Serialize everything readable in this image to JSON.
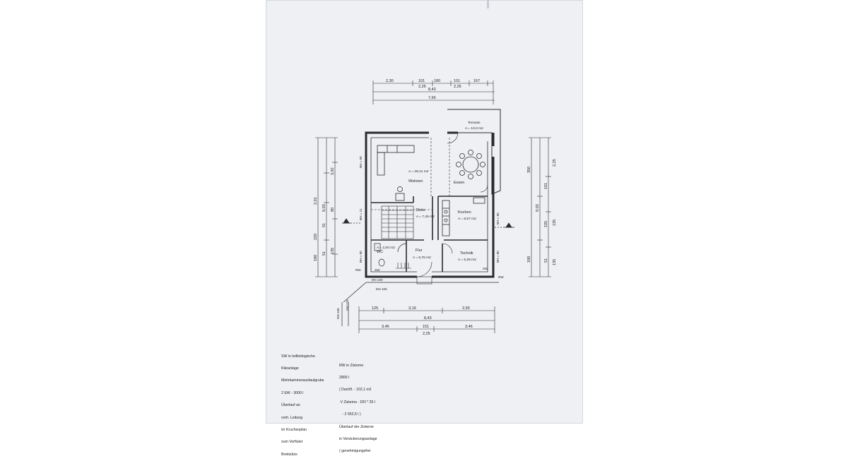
{
  "rooms": {
    "terrasse": {
      "name": "Terrasse",
      "area": "A = 10,0 m2"
    },
    "wohnen": {
      "name": "Wohnen",
      "area": "A = 28,41 m2"
    },
    "essen": {
      "name": "Essen"
    },
    "diele": {
      "name": "Diele",
      "area": "A = 7,45 m2"
    },
    "kochen": {
      "name": "Kochen",
      "area": "A = 8,57 m2"
    },
    "wc": {
      "name": "WC",
      "area": "A = 2,00 m2"
    },
    "flur": {
      "name": "Flur",
      "area": "A = 5,75 m2"
    },
    "technik": {
      "name": "Technik",
      "area": "A = 5,28 m2"
    }
  },
  "labels": {
    "bh90": "BH = 90",
    "bh21": "BH = 21",
    "rw": "RW",
    "sw": "SW",
    "dn100": "DN 100",
    "dn125": "DN 125"
  },
  "dims_top": {
    "row1": [
      "2,30",
      "101",
      "180",
      "101",
      "167"
    ],
    "row1b": [
      "2,25",
      "2,25"
    ],
    "total": "8,43",
    "sub": "7,66"
  },
  "dims_bottom": {
    "row1": [
      "125",
      "3,19",
      "2,93"
    ],
    "total": "8,43",
    "row3": [
      "3,46",
      "151",
      "3,46"
    ],
    "row3b": "2,25"
  },
  "dims_left": [
    "9,03",
    "3,92",
    "2,01",
    "51",
    "80",
    "220",
    "180",
    "51",
    "135"
  ],
  "dims_right": [
    "9,03",
    "350",
    "101",
    "2,25",
    "105",
    "135",
    "180",
    "51",
    "135"
  ],
  "notes": {
    "left": [
      "SW in teilbiologische",
      "Kläranlage",
      "Mehrkammerausfaulgrube",
      "2 EW - 3000 l",
      "Überlauf an",
      "vorh. Leitung",
      "im Kruchenplan",
      "zum Vorfluter",
      "Breitsülze"
    ],
    "right": [
      "RW in Zisterne",
      "2800 l",
      "( Dachfl. - 102,1 m2",
      " V Zisterne - DFl * 25 l",
      "   - 2 552,5 l )",
      "Überlauf der Zisterne",
      "in Versickerungsanlage",
      "( genehmigungsfrei"
    ]
  }
}
